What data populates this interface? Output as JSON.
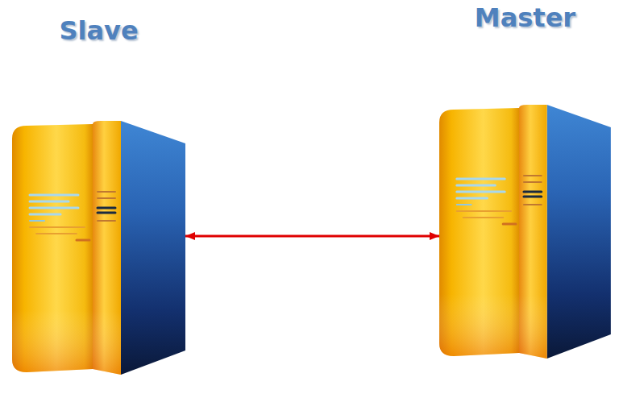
{
  "diagram": {
    "nodes": [
      {
        "text": [
          "Slave"
        ]
      },
      {
        "text": [
          "Master"
        ]
      }
    ],
    "edges": [
      {
        "from": 0,
        "to": 1,
        "arrow": "both"
      }
    ]
  }
}
